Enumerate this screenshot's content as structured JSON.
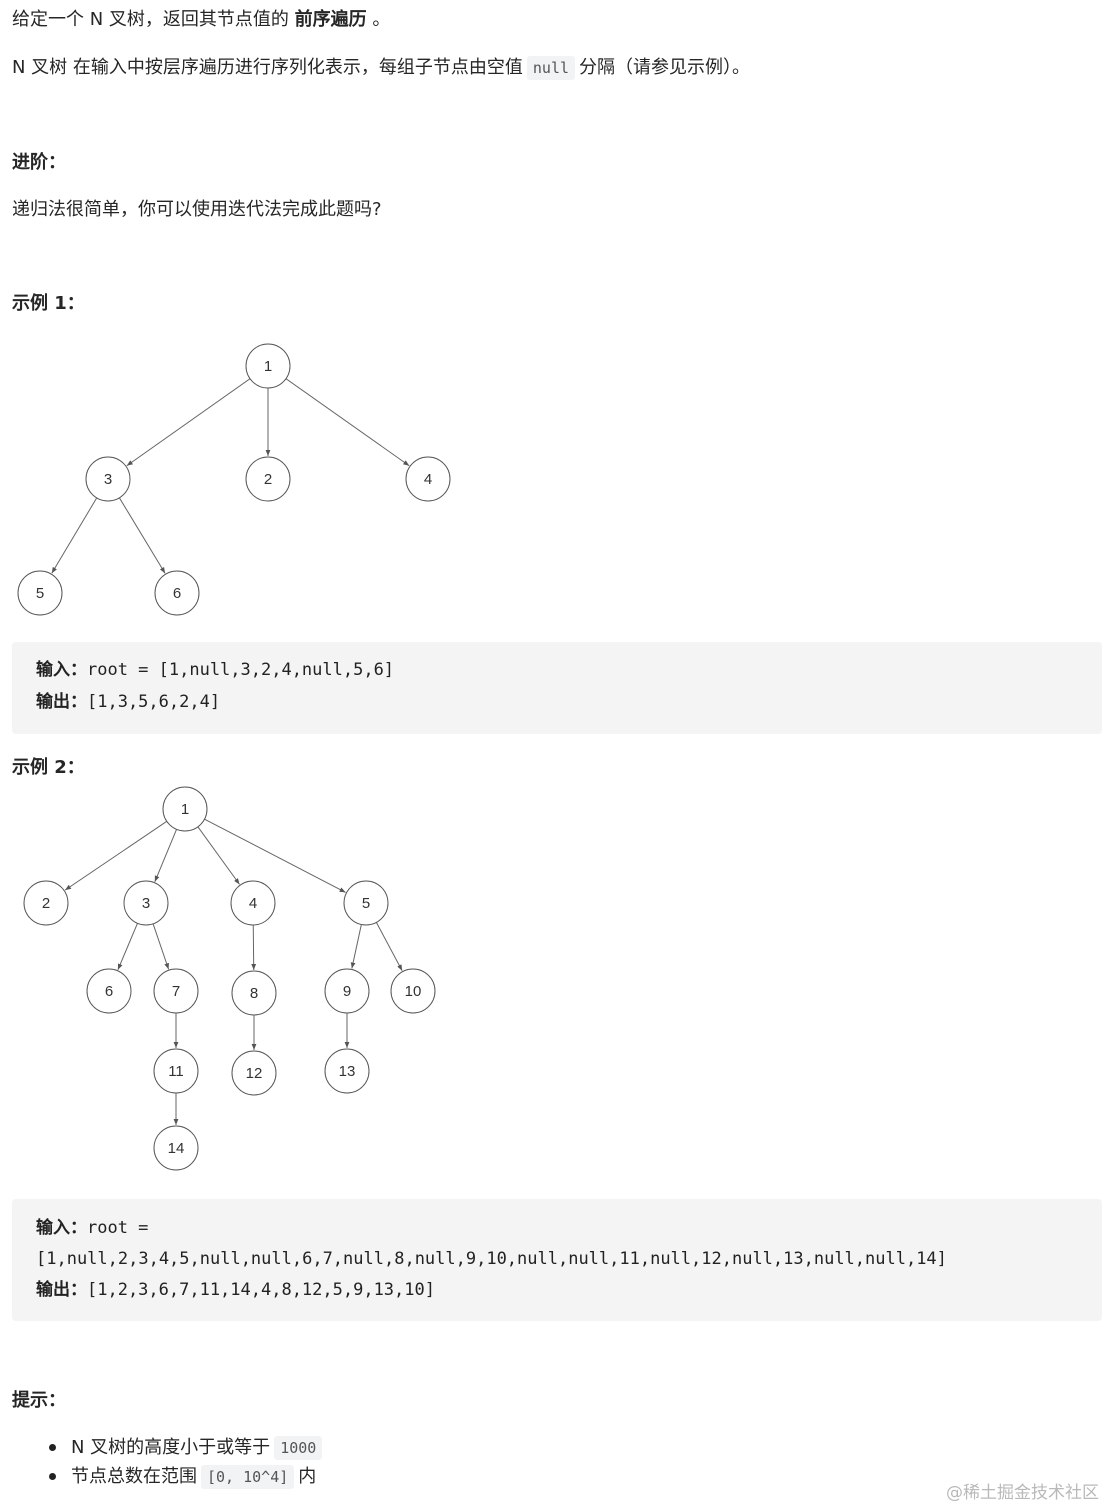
{
  "intro": {
    "line1_prefix": "给定一个 N 叉树，返回其节点值的",
    "line1_bold": "前序遍历",
    "line1_suffix": "。",
    "line2_prefix": "N 叉树 在输入中按层序遍历进行序列化表示，每组子节点由空值",
    "line2_code": "null",
    "line2_suffix": "分隔（请参见示例）。"
  },
  "advanced": {
    "heading": "进阶：",
    "text": "递归法很简单，你可以使用迭代法完成此题吗?"
  },
  "example1": {
    "heading": "示例 1：",
    "tree_nodes": [
      "1",
      "3",
      "2",
      "4",
      "5",
      "6"
    ],
    "input_label": "输入：",
    "input_value": "root = [1,null,3,2,4,null,5,6]",
    "output_label": "输出：",
    "output_value": "[1,3,5,6,2,4]"
  },
  "example2": {
    "heading": "示例 2：",
    "tree_nodes": [
      "1",
      "2",
      "3",
      "4",
      "5",
      "6",
      "7",
      "8",
      "9",
      "10",
      "11",
      "12",
      "13",
      "14"
    ],
    "input_label": "输入：",
    "input_value_line1": "root =",
    "input_value_line2": "[1,null,2,3,4,5,null,null,6,7,null,8,null,9,10,null,null,11,null,12,null,13,null,null,14]",
    "output_label": "输出：",
    "output_value": "[1,2,3,6,7,11,14,4,8,12,5,9,13,10]"
  },
  "hints": {
    "heading": "提示：",
    "items": [
      {
        "prefix": "N 叉树的高度小于或等于",
        "code": "1000",
        "suffix": ""
      },
      {
        "prefix": "节点总数在范围",
        "code": "[0,  10^4]",
        "suffix": "内"
      }
    ]
  },
  "watermark": "@稀土掘金技术社区"
}
